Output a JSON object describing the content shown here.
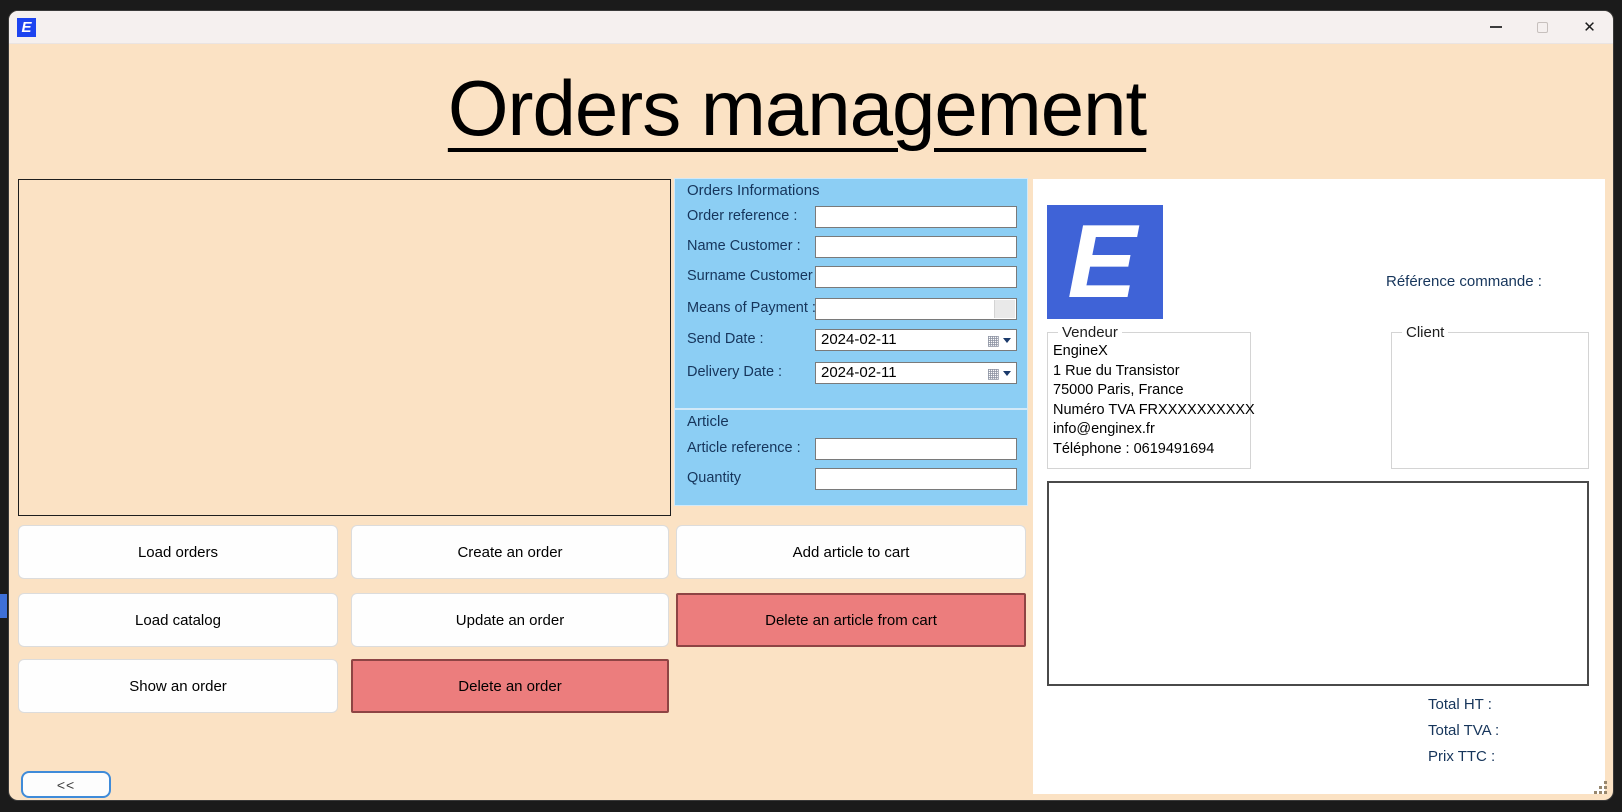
{
  "colors": {
    "peach_bg": "#fbe2c4",
    "group_blue": "#8ccef4",
    "danger_red": "#ec7d7d",
    "logo_blue": "#3f63d7",
    "back_border": "#3f8bd9"
  },
  "titlebar": {
    "app_icon_letter": "E"
  },
  "page_title": "Orders management",
  "orders_info": {
    "legend": "Orders Informations",
    "fields": [
      {
        "label": "Order reference :",
        "value": "",
        "type": "text"
      },
      {
        "label": "Name Customer :",
        "value": "",
        "type": "text"
      },
      {
        "label": "Surname Customer :",
        "value": "",
        "type": "text"
      },
      {
        "label": "Means of Payment :",
        "value": "",
        "type": "combo"
      },
      {
        "label": "Send Date :",
        "value": "2024-02-11",
        "type": "date"
      },
      {
        "label": "Delivery Date :",
        "value": "2024-02-11",
        "type": "date"
      }
    ]
  },
  "article": {
    "legend": "Article",
    "fields": [
      {
        "label": "Article reference :",
        "value": ""
      },
      {
        "label": "Quantity",
        "value": ""
      }
    ]
  },
  "buttons": {
    "load_orders": "Load orders",
    "create_order": "Create an order",
    "add_article_to_cart": "Add article to cart",
    "load_catalog": "Load catalog",
    "update_order": "Update an order",
    "delete_article_from_cart": "Delete an article from cart",
    "show_order": "Show an order",
    "delete_order": "Delete an order",
    "back": "<<"
  },
  "invoice": {
    "logo_letter": "E",
    "reference_label": "Référence commande :",
    "vendeur": {
      "legend": "Vendeur",
      "lines": [
        "EngineX",
        "1 Rue du Transistor",
        "75000 Paris, France",
        "Numéro TVA FRXXXXXXXXXX",
        "info@enginex.fr",
        "Téléphone : 0619491694"
      ]
    },
    "client": {
      "legend": "Client"
    },
    "totals": {
      "total_ht": "Total HT :",
      "total_tva": "Total TVA :",
      "prix_ttc": "Prix TTC :"
    }
  }
}
